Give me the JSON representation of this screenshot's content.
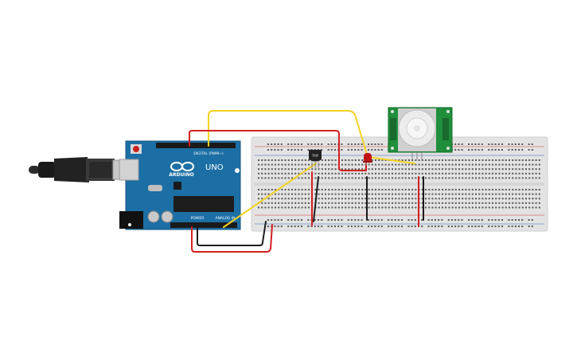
{
  "board": {
    "logo_text": "ARDUINO",
    "model_label": "UNO",
    "digital_label": "DIGITAL (PWM~)",
    "power_label": "POWER",
    "analog_label": "ANALOG IN",
    "chip_label": "",
    "color": "#1c6fa5"
  },
  "breadboard": {
    "color": "#e3e3e3"
  },
  "pir_sensor": {
    "color": "#1f8f3b"
  },
  "temp_sensor": {
    "label": "TMP"
  },
  "led": {
    "color": "#c01414"
  },
  "wires": {
    "yellow": "#f4d21f",
    "red": "#d42020",
    "black": "#1b1b1b"
  },
  "usb_cable": {
    "color": "#1a1a1a"
  }
}
